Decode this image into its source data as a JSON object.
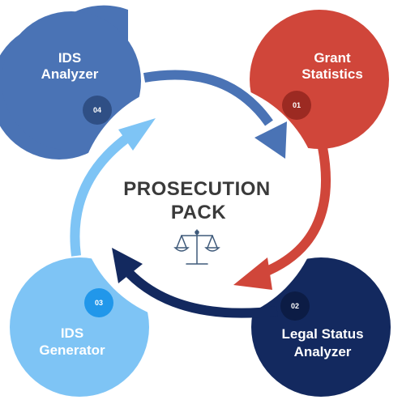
{
  "title": {
    "line1": "PROSECUTION",
    "line2": "PACK"
  },
  "center_icon": "balance-scale-icon",
  "steps": [
    {
      "number": "01",
      "line1": "Grant",
      "line2": "Statistics",
      "color": "#d0463a",
      "badge_color": "#9c2a22"
    },
    {
      "number": "02",
      "line1": "Legal Status",
      "line2": "Analyzer",
      "color": "#13295f",
      "badge_color": "#0c1c45"
    },
    {
      "number": "03",
      "line1": "IDS",
      "line2": "Generator",
      "color": "#7ec4f5",
      "badge_color": "#2197ea"
    },
    {
      "number": "04",
      "line1": "IDS",
      "line2": "Analyzer",
      "color": "#4a73b5",
      "badge_color": "#2f4f85"
    }
  ],
  "accent": {
    "icon": "#3f5a7a",
    "title": "#3a3a3a"
  }
}
